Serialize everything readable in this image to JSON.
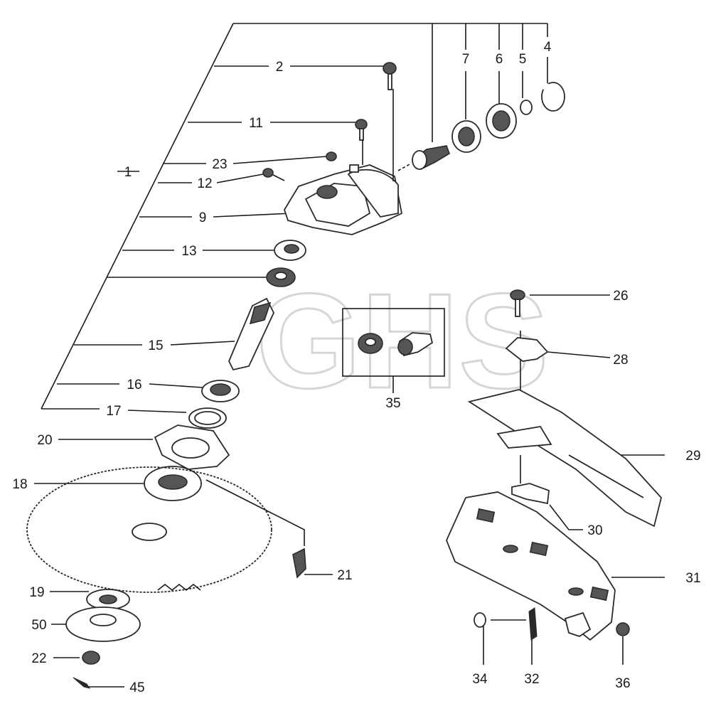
{
  "watermark": "GHS",
  "labels": {
    "l1": "1",
    "l2": "2",
    "l4": "4",
    "l5": "5",
    "l6": "6",
    "l7": "7",
    "l9": "9",
    "l11": "11",
    "l12": "12",
    "l13": "13",
    "l15": "15",
    "l16": "16",
    "l17": "17",
    "l18": "18",
    "l19": "19",
    "l20": "20",
    "l21": "21",
    "l22": "22",
    "l23": "23",
    "l26": "26",
    "l28": "28",
    "l29": "29",
    "l30": "30",
    "l31": "31",
    "l32": "32",
    "l34": "34",
    "l35": "35",
    "l36": "36",
    "l45": "45",
    "l50": "50"
  }
}
